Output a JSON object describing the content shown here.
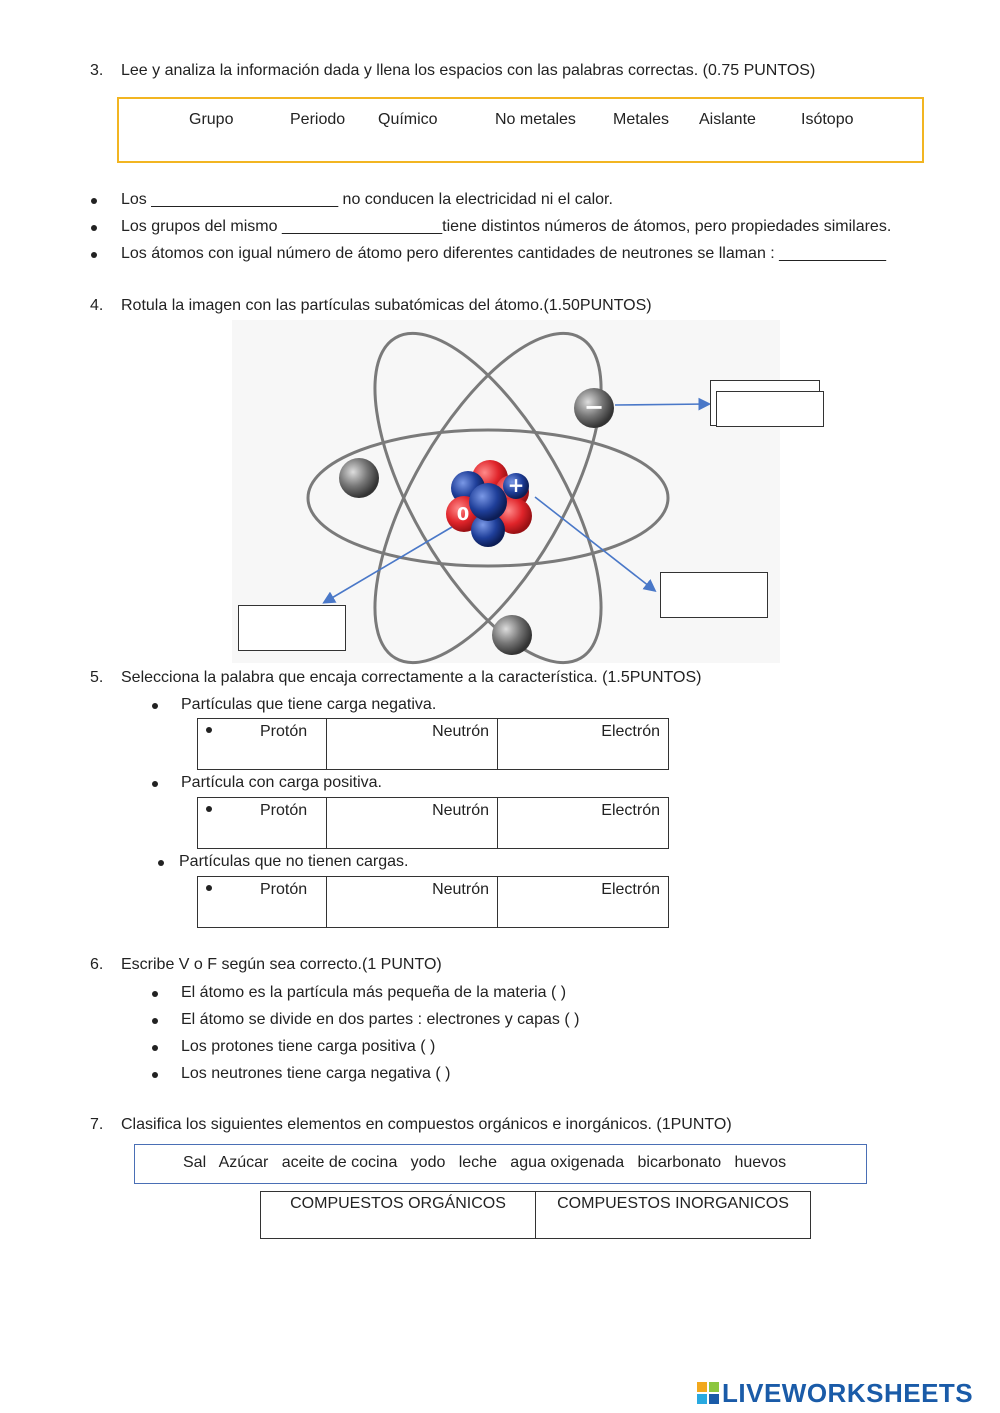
{
  "q3": {
    "number": "3.",
    "text": "Lee y analiza la información dada y llena los espacios con las palabras correctas. (0.75 PUNTOS)",
    "words": [
      "Grupo",
      "Periodo",
      "Químico",
      "No metales",
      "Metales",
      "Aislante",
      "Isótopo"
    ],
    "bullets": [
      "Los _____________________ no conducen la electricidad ni el calor.",
      "Los grupos del mismo __________________tiene distintos números de átomos, pero propiedades similares.",
      "Los átomos con igual número de átomo pero diferentes cantidades de neutrones se llaman : ____________"
    ]
  },
  "q4": {
    "number": "4.",
    "text": "Rotula la imagen con las partículas subatómicas del átomo.(1.50PUNTOS)",
    "electron_sign": "−",
    "proton_sign": "+",
    "neutron_sign": "0"
  },
  "q5": {
    "number": "5.",
    "text": "Selecciona la palabra que encaja correctamente a la característica. (1.5PUNTOS)",
    "items": [
      {
        "prompt": "Partículas que tiene carga negativa.",
        "options": [
          "Protón",
          "Neutrón",
          "Electrón"
        ]
      },
      {
        "prompt": "Partícula con carga positiva.",
        "options": [
          "Protón",
          "Neutrón",
          "Electrón"
        ]
      },
      {
        "prompt": "Partículas que no tienen cargas.",
        "options": [
          "Protón",
          "Neutrón",
          "Electrón"
        ]
      }
    ]
  },
  "q6": {
    "number": "6.",
    "text": "Escribe V o F según sea correcto.(1 PUNTO)",
    "statements": [
      "El átomo es la partícula más pequeña de la materia (      )",
      "El átomo se divide en dos partes : electrones y capas (      )",
      "Los protones tiene carga positiva (       )",
      "Los neutrones tiene carga negativa (       )"
    ]
  },
  "q7": {
    "number": "7.",
    "text": "Clasifica los siguientes elementos en compuestos orgánicos e inorgánicos. (1PUNTO)",
    "words": "Sal   Azúcar   aceite de cocina   yodo   leche   agua oxigenada   bicarbonato   huevos",
    "col_organic": "COMPUESTOS ORGÁNICOS",
    "col_inorganic": "COMPUESTOS INORGANICOS"
  },
  "footer": {
    "logo_text": "LIVEWORKSHEETS"
  },
  "colors": {
    "wordbox_border": "#f2b521",
    "q7_border": "#4a6fb5",
    "proton": "#e0242a",
    "neutron": "#1f3f9a",
    "electron": "#555555",
    "arrow": "#4a78c8"
  }
}
